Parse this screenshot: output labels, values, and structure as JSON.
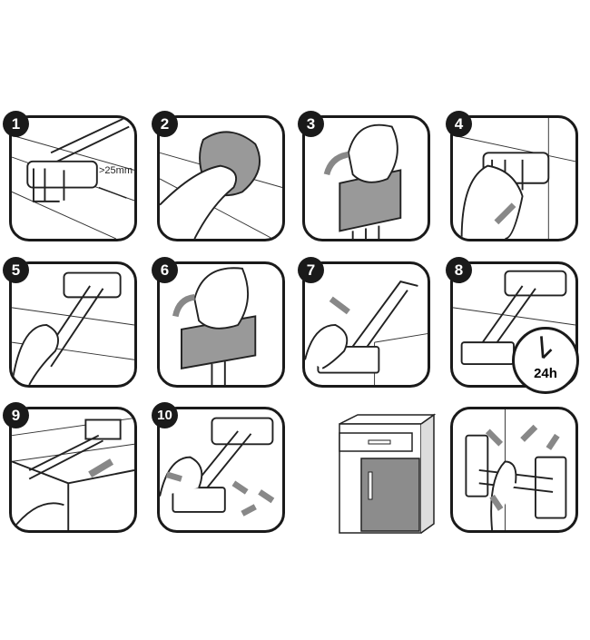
{
  "steps": [
    {
      "number": "1",
      "label": ">25mm"
    },
    {
      "number": "2"
    },
    {
      "number": "3"
    },
    {
      "number": "4"
    },
    {
      "number": "5"
    },
    {
      "number": "6"
    },
    {
      "number": "7"
    },
    {
      "number": "8",
      "label": "24h"
    },
    {
      "number": "9"
    },
    {
      "number": "10"
    }
  ],
  "colors": {
    "ink": "#1a1a1a",
    "gray_fill": "#9a9a9a",
    "door": "#8c8c8c"
  }
}
